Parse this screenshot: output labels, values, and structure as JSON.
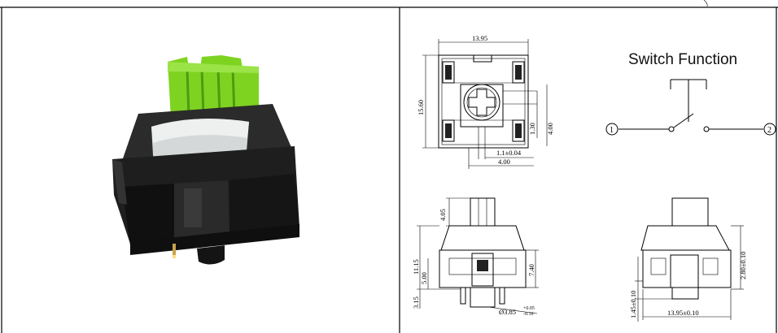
{
  "switch_function": {
    "title": "Switch Function",
    "terminal_1": "1",
    "terminal_2": "2"
  },
  "top_view": {
    "width": "13.95",
    "height": "15.60",
    "dim_1_30": "1.30",
    "dim_4_00_right": "4.00",
    "dim_1_1": "1.1±0.04",
    "dim_4_00_bottom": "4.00"
  },
  "front_view": {
    "dim_4_05": "4.05",
    "dim_11_15": "11.15",
    "dim_5_00": "5.00",
    "dim_3_15": "3.15",
    "dim_7_40": "7.40",
    "pin_diameter": "Ø3.85",
    "pin_tol_upper": "+0.05",
    "pin_tol_lower": "-0.10"
  },
  "side_view": {
    "dim_2_80": "2.80±0.10",
    "dim_1_45": "1.45±0.10",
    "dim_13_95": "13.95±0.10"
  },
  "colors": {
    "stem": "#7ed321",
    "housing": "#1e1e1e",
    "lines": "#000000"
  }
}
